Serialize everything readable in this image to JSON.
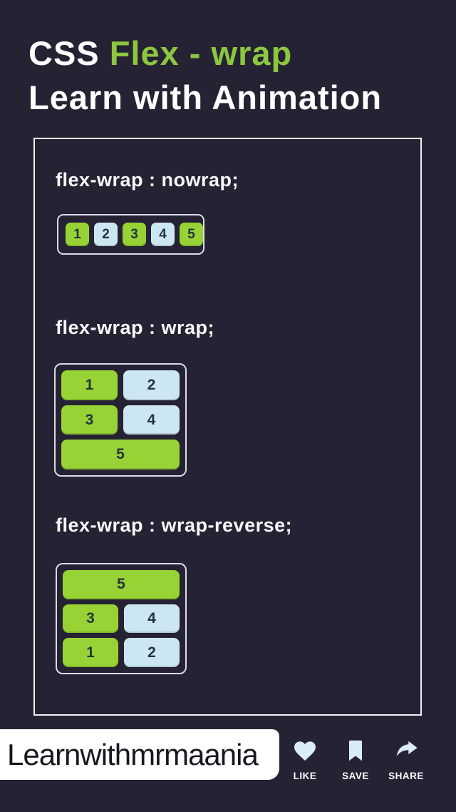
{
  "title": {
    "prefix": "CSS ",
    "highlight": "Flex - wrap",
    "subtitle": "Learn with Animation"
  },
  "examples": [
    {
      "label": "flex-wrap : nowrap;",
      "value": "nowrap",
      "items": [
        {
          "label": "1",
          "color": "green"
        },
        {
          "label": "2",
          "color": "blue"
        },
        {
          "label": "3",
          "color": "green"
        },
        {
          "label": "4",
          "color": "blue"
        },
        {
          "label": "5",
          "color": "green"
        }
      ]
    },
    {
      "label": "flex-wrap : wrap;",
      "value": "wrap",
      "rows": [
        [
          {
            "label": "1",
            "color": "green"
          },
          {
            "label": "2",
            "color": "blue"
          }
        ],
        [
          {
            "label": "3",
            "color": "green"
          },
          {
            "label": "4",
            "color": "blue"
          }
        ],
        [
          {
            "label": "5",
            "color": "green"
          }
        ]
      ]
    },
    {
      "label": "flex-wrap : wrap-reverse;",
      "value": "wrap-reverse",
      "rows": [
        [
          {
            "label": "5",
            "color": "green"
          }
        ],
        [
          {
            "label": "3",
            "color": "green"
          },
          {
            "label": "4",
            "color": "blue"
          }
        ],
        [
          {
            "label": "1",
            "color": "green"
          },
          {
            "label": "2",
            "color": "blue"
          }
        ]
      ]
    }
  ],
  "footer": {
    "handle": "Learnwithmrmaania",
    "actions": [
      {
        "icon": "heart-icon",
        "label": "LIKE"
      },
      {
        "icon": "bookmark-icon",
        "label": "SAVE"
      },
      {
        "icon": "share-icon",
        "label": "SHARE"
      }
    ]
  },
  "colors": {
    "background": "#252233",
    "title_green": "#8dc63f",
    "box_green": "#98d335",
    "box_blue": "#cde7f2",
    "icon_blue": "#d9edf7",
    "outer_border": "#f1f1f6",
    "inner_border": "#d9dce6",
    "handle_bg": "#ffffff",
    "handle_text": "#17171f"
  }
}
